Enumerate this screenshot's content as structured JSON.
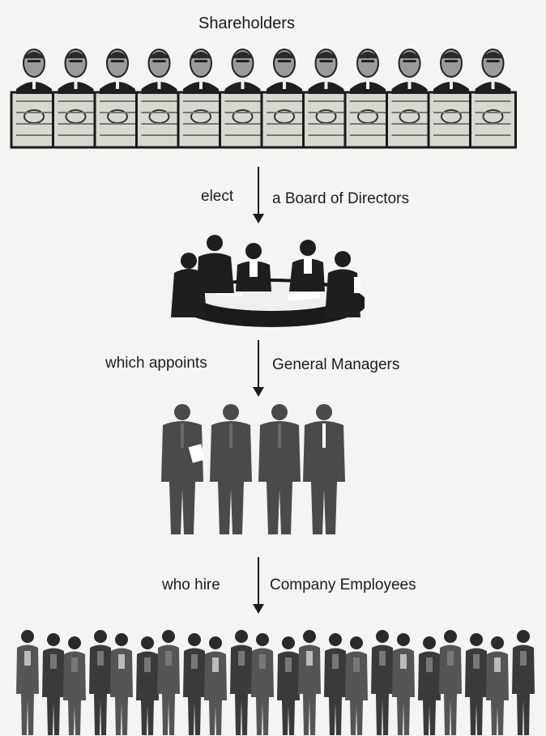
{
  "diagram": {
    "title": "Shareholders",
    "steps": [
      {
        "verb": "elect",
        "target": "a Board of Directors"
      },
      {
        "verb": "which appoints",
        "target": "General Managers"
      },
      {
        "verb": "who hire",
        "target": "Company Employees"
      }
    ]
  },
  "colors": {
    "ink": "#1a1a1a",
    "certificate_fill": "#d8d8d0",
    "silhouette": "#4a4a4a",
    "crowd": "#3a3a3a"
  },
  "icons": {
    "shareholders_group": "shareholders-portraits-icon",
    "board": "board-meeting-icon",
    "managers": "managers-silhouettes-icon",
    "employees": "employees-crowd-icon"
  }
}
